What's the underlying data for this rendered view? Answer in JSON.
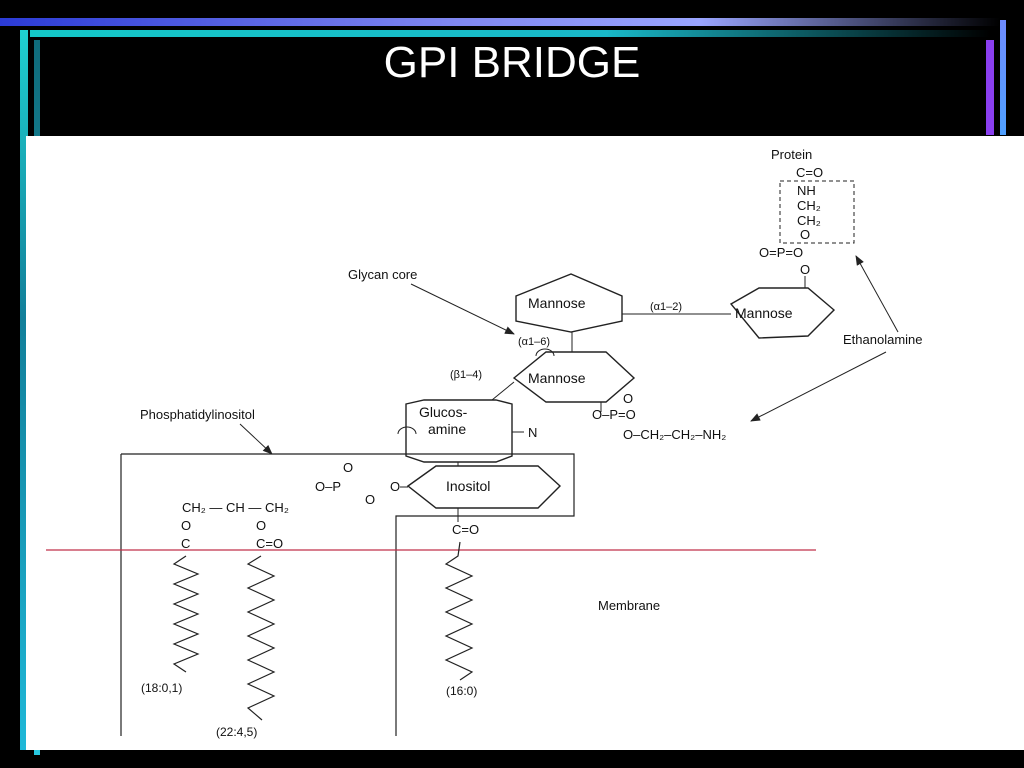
{
  "slide": {
    "title": "GPI BRIDGE"
  },
  "diagram": {
    "protein": "Protein",
    "co_top": "C=O",
    "nh": "NH",
    "ch2_a": "CH₂",
    "ch2_b": "CH₂",
    "o_link": "O",
    "phosphate_top": "O=P=O",
    "o_bottom": "O",
    "mannose": "Mannose",
    "mannose_right": "Mannose",
    "mannose_mid": "Mannose",
    "glucosamine_1": "Glucos-",
    "glucosamine_2": "amine",
    "inositol": "Inositol",
    "glycan_core": "Glycan core",
    "ethanolamine": "Ethanolamine",
    "phosphatidylinositol": "Phosphatidylinositol",
    "membrane": "Membrane",
    "bond_a12": "(α1–2)",
    "bond_a16": "(α1–6)",
    "bond_b14": "(β1–4)",
    "n_label": "N",
    "etn_o": "O",
    "etn_p": "O–P=O",
    "etn_chain": "O–CH₂–CH₂–NH₂",
    "pi_o_top": "O",
    "pi_phos": "O–P",
    "pi_o_right": "O",
    "pi_o_side": "O",
    "glycerol": "CH₂ — CH — CH₂",
    "gly_o1": "O",
    "gly_o2": "O",
    "gly_co": "C=O",
    "gly_c": "C",
    "ino_co": "C=O",
    "chain1": "(18:0,1)",
    "chain2": "(22:4,5)",
    "chain3": "(16:0)"
  }
}
